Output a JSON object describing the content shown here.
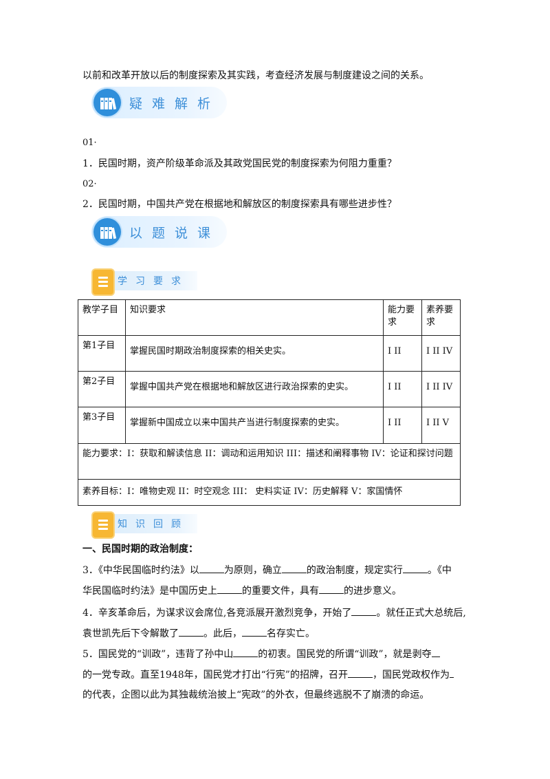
{
  "intro_line": "以前和改革开放以后的制度探索及其实践，考查经济发展与制度建设之间的关系。",
  "banner1": {
    "title": "疑难解析"
  },
  "q1_num": "01·",
  "q1_text": "1．民国时期，资产阶级革命派及其政党国民党的制度探索为何阻力重重？",
  "q2_num": "02·",
  "q2_text": "2．民国时期，中国共产党在根据地和解放区的制度探索具有哪些进步性？",
  "banner2": {
    "title": "以题说课"
  },
  "sub1": {
    "title": "学习要求"
  },
  "table": {
    "headers": [
      "教学子目",
      "知识要求",
      "能力要求",
      "素养要求"
    ],
    "rows": [
      [
        "第1子目",
        "掌握民国时期政治制度探索的相关史实。",
        "I II",
        "I II IV"
      ],
      [
        "第2子目",
        "掌握中国共产党在根据地和解放区进行政治探索的史实。",
        "I II",
        "I II IV"
      ],
      [
        "第3子目",
        "掌握新中国成立以来中国共产当进行制度探索的史实。",
        "I II",
        "I II V"
      ]
    ],
    "ability_note": "能力要求：I：获取和解读信息 II：调动和运用知识 III：描述和阐释事物 IV：论证和探讨问题",
    "literacy_note": "素养目标：I：唯物史观 II：时空观念 III： 史料实证  IV：历史解释 V：家国情怀"
  },
  "sub2": {
    "title": "知识回顾"
  },
  "section_heading": "一、民国时期的政治制度：",
  "item3": {
    "a": "3．《中华民国临时约法》以",
    "b": "为原则，确立",
    "c": "的政治制度，规定实行",
    "d": "。《中",
    "e": "华民国临时约法》是中国历史上",
    "f": "的重要文件，具有",
    "g": "的进步意义。"
  },
  "item4": {
    "a": "4．辛亥革命后，为谋求议会席位,各竞派展开激烈竞争，开始了",
    "b": "。就任正式大总统后,",
    "c": "袁世凯先后下令解散了",
    "d": "。此后，",
    "e": "名存实亡。"
  },
  "item5": {
    "a": "5．国民党的“训政”，违背了孙中山",
    "b": "的初衷。国民党的所谓“训政”，就是剥夺",
    "c": "的一党专政。直至1948年，国民党才打出“行宪”的招牌，召开",
    "d": "，国民党政权作为",
    "e": "的代表，企图以此为其独裁统治披上“宪政”的外衣，但最终逃脱不了崩溃的命运。"
  }
}
